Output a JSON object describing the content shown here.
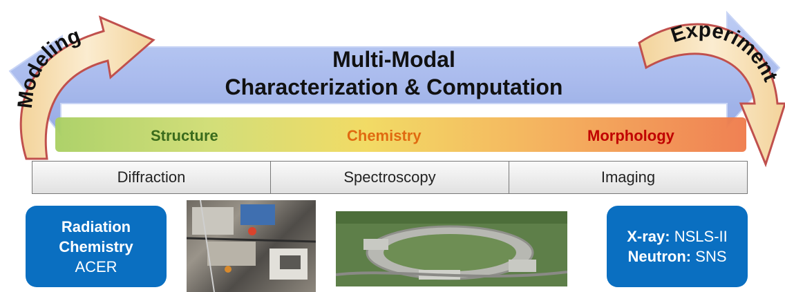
{
  "title": {
    "line1": "Multi-Modal",
    "line2": "Characterization & Computation"
  },
  "cycle": {
    "left_label": "Modeling",
    "right_label": "Experiment"
  },
  "properties": [
    "Structure",
    "Chemistry",
    "Morphology"
  ],
  "methods": [
    "Diffraction",
    "Spectroscopy",
    "Imaging"
  ],
  "facilities": {
    "acer": {
      "line1": "Radiation",
      "line2": "Chemistry",
      "line3": "ACER"
    },
    "beamlines": {
      "xray_label": "X-ray:",
      "xray_value": "NSLS-II",
      "neutron_label": "Neutron:",
      "neutron_value": "SNS"
    }
  },
  "colors": {
    "structure": "#3a6b1c",
    "chemistry": "#e06a10",
    "morphology": "#c00000",
    "facility_box": "#0a6fc1",
    "banner_arrow": "#a9bdf0",
    "cycle_arrow": "#f6ddb0"
  }
}
